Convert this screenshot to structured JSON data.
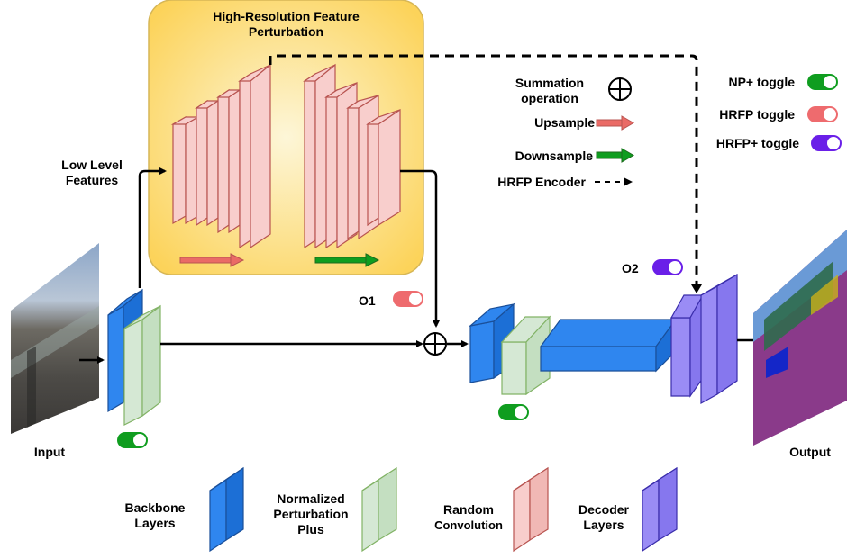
{
  "hrfp_box": {
    "title_line1": "High-Resolution Feature",
    "title_line2": "Perturbation"
  },
  "labels": {
    "low_level_line1": "Low Level",
    "low_level_line2": "Features",
    "input": "Input",
    "output": "Output",
    "o1": "O1",
    "o2": "O2"
  },
  "key": {
    "summation_line1": "Summation",
    "summation_line2": "operation",
    "upsample": "Upsample",
    "downsample": "Downsample",
    "hrfp_encoder": "HRFP Encoder"
  },
  "toggles": {
    "np_plus": "NP+ toggle",
    "hrfp": "HRFP toggle",
    "hrfp_plus": "HRFP+ toggle"
  },
  "legend": {
    "backbone_line1": "Backbone",
    "backbone_line2": "Layers",
    "npp_line1": "Normalized",
    "npp_line2": "Perturbation",
    "npp_line3": "Plus",
    "random_line1": "Random",
    "random_line2": "Convolution",
    "decoder_line1": "Decoder",
    "decoder_line2": "Layers"
  },
  "colors": {
    "backbone": "#2f86ef",
    "npp": "#d5e8d4",
    "random_conv": "#f8cecc",
    "decoder": "#9a8cf5",
    "toggle_green": "#0f9d1f",
    "toggle_red": "#ee6b6e",
    "toggle_purple": "#6a1fe8",
    "hrfp_fill": "#fcd35a"
  }
}
